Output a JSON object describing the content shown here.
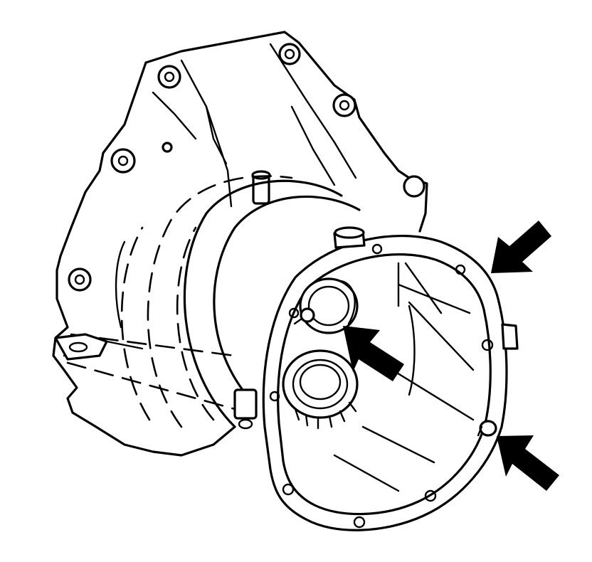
{
  "figure": {
    "subject": "transmission-case-with-clutch-housing",
    "style": "black-line-drawing",
    "callouts": [
      {
        "name": "callout-arrow-housing-rim",
        "points_to": "clutch-housing-mounting-face"
      },
      {
        "name": "callout-arrow-bearing-bore",
        "points_to": "input-shaft-bearing-bore"
      },
      {
        "name": "callout-arrow-dowel-pin",
        "points_to": "locating-dowel-pin"
      }
    ],
    "colors": {
      "line": "#000000",
      "background": "#ffffff",
      "arrow": "#000000"
    }
  }
}
